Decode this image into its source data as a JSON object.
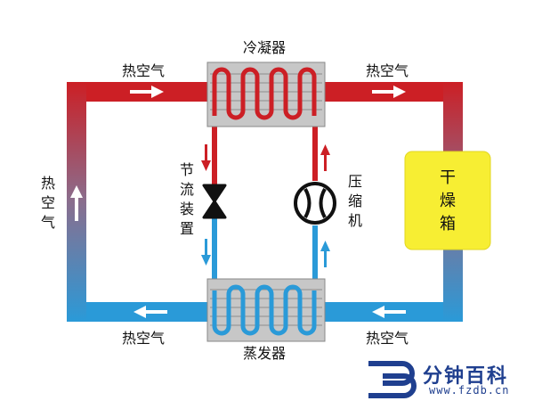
{
  "labels": {
    "condenser": "冷凝器",
    "evaporator": "蒸发器",
    "hot_air_top_left": "热空气",
    "hot_air_top_right": "热空气",
    "hot_air_left": "热空气",
    "hot_air_bottom_left": "热空气",
    "hot_air_bottom_right": "热空气",
    "throttle": "节流装置",
    "compressor": "压缩机",
    "dryer": "干燥箱"
  },
  "watermark": {
    "name": "分钟百科",
    "url": "www.fzdb.cn"
  },
  "colors": {
    "hot": "#cc1f25",
    "cold": "#2a9ad8",
    "box": "#c7c7c7",
    "dryer": "#f7ee33",
    "brand": "#1f3f8f"
  }
}
